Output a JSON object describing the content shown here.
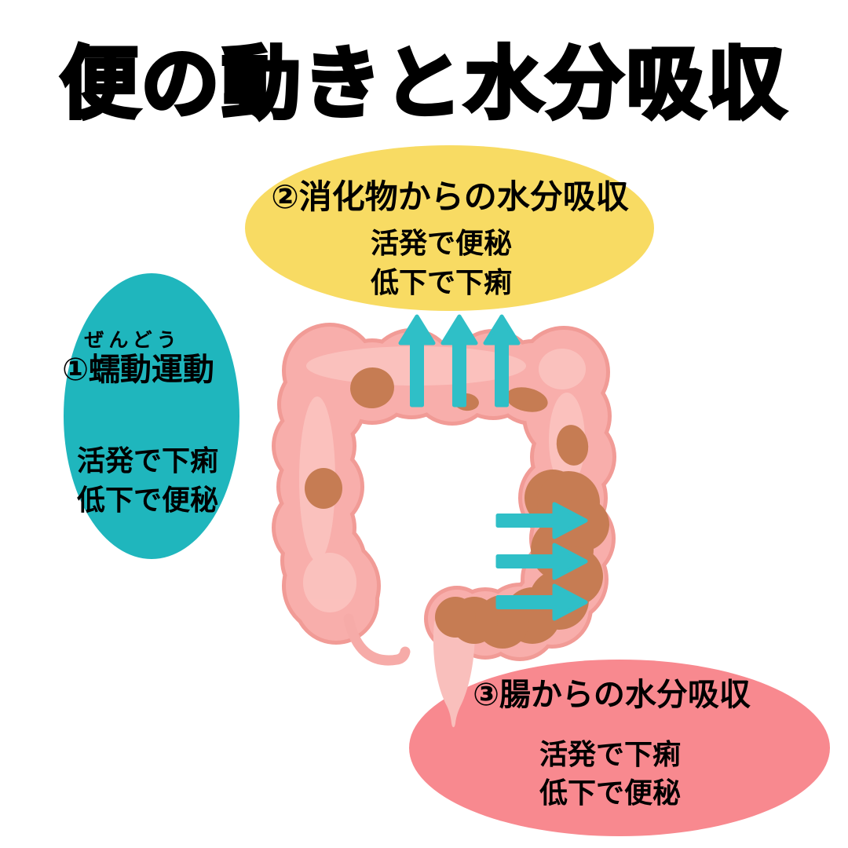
{
  "title": "便の動きと水分吸収",
  "colors": {
    "title": "#000000",
    "background": "#ffffff"
  },
  "bubbles": {
    "digest": {
      "heading": "②消化物からの水分吸収",
      "lines": [
        "活発で便秘",
        "低下で下痢"
      ],
      "color": "#F8DB63"
    },
    "peristalsis": {
      "furigana": "ぜんどう",
      "heading": "①蠕動運動",
      "lines": [
        "活発で下痢",
        "低下で便秘"
      ],
      "color": "#1FB6BD"
    },
    "intestine": {
      "heading": "③腸からの水分吸収",
      "lines": [
        "活発で下痢",
        "低下で便秘"
      ],
      "color": "#F8898F"
    }
  },
  "illustration": {
    "subject": "large-intestine-with-stool",
    "colors": {
      "colon_body": "#F8AEAB",
      "colon_shade": "#F19B96",
      "colon_highlight": "#FBC6C2",
      "rectum": "#F9BFBC",
      "appendix": "#F6ABA8",
      "stool": "#C67C53",
      "arrow": "#2FBFC7"
    }
  }
}
